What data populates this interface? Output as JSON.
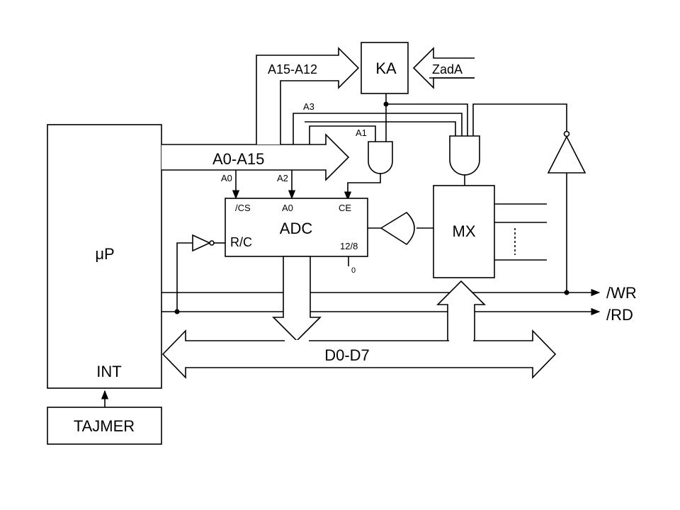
{
  "blocks": {
    "cpu": "μP",
    "interrupt": "INT",
    "timer": "TAJMER",
    "adc": "ADC",
    "mux": "MX",
    "ka": "KA"
  },
  "adc_pins": {
    "cs": "/CS",
    "a0": "A0",
    "ce": "CE",
    "rc": "R/C",
    "mode": "12/8",
    "mode_value": "0"
  },
  "buses": {
    "address": "A0-A15",
    "high_address": "A15-A12",
    "data": "D0-D7"
  },
  "address_lines": {
    "a0": "A0",
    "a1": "A1",
    "a2": "A2",
    "a3": "A3"
  },
  "signals": {
    "zad_a": "ZadA",
    "write": "/WR",
    "read": "/RD"
  }
}
